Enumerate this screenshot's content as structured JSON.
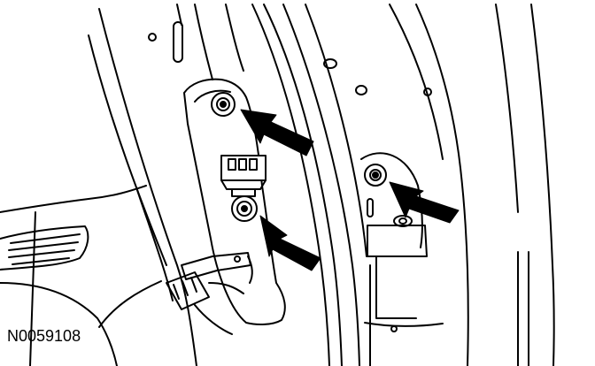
{
  "figure": {
    "reference_code": "N0059108",
    "colors": {
      "line": "#000000",
      "fill": "#ffffff"
    },
    "callout_arrows": 3,
    "bolts": 3
  }
}
